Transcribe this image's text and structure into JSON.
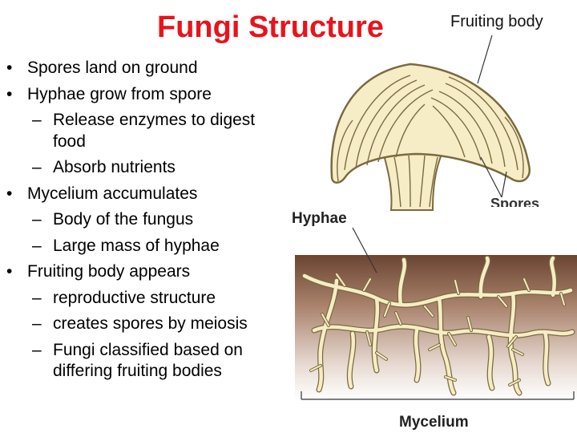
{
  "slide": {
    "title": "Fungi Structure",
    "bullets": [
      {
        "text": "Spores land on ground",
        "sub": []
      },
      {
        "text": "Hyphae grow from spore",
        "sub": [
          "Release enzymes to digest food",
          "Absorb nutrients"
        ]
      },
      {
        "text": "Mycelium accumulates",
        "sub": [
          "Body of the fungus",
          "Large mass of hyphae"
        ]
      },
      {
        "text": "Fruiting body appears",
        "sub": [
          "reproductive structure",
          "creates spores by meiosis",
          "Fungi classified based on differing fruiting bodies"
        ]
      }
    ]
  },
  "figure": {
    "labels": {
      "fruiting_body": "Fruiting body",
      "spores": "Spores",
      "hyphae": "Hyphae",
      "mycelium": "Mycelium"
    },
    "colors": {
      "title": "#e8141b",
      "hyphae_fill": "#f6ecc6",
      "hyphae_outline": "#7a6a3e",
      "soil_top": "#6b4532",
      "soil_bottom": "#ffffff"
    }
  }
}
